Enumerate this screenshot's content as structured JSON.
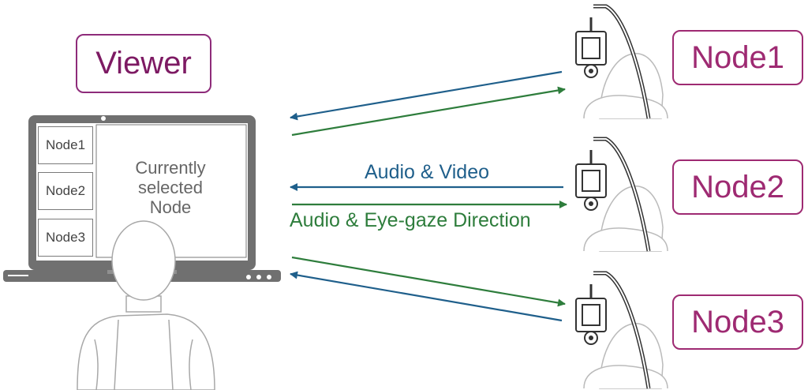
{
  "viewer": {
    "label": "Viewer"
  },
  "laptop": {
    "thumbnails": [
      "Node1",
      "Node2",
      "Node3"
    ],
    "main_view_text": "Currently\nselected\nNode"
  },
  "nodes": [
    {
      "label": "Node1"
    },
    {
      "label": "Node2"
    },
    {
      "label": "Node3"
    }
  ],
  "flows": {
    "node_to_viewer": "Audio & Video",
    "viewer_to_node": "Audio & Eye-gaze Direction"
  },
  "colors": {
    "label_border": "#9e2a72",
    "node_to_viewer_arrow": "#1f5f8b",
    "viewer_to_node_arrow": "#2e7d3c",
    "laptop": "#707070",
    "figure_outline": "#a8a8a8"
  }
}
